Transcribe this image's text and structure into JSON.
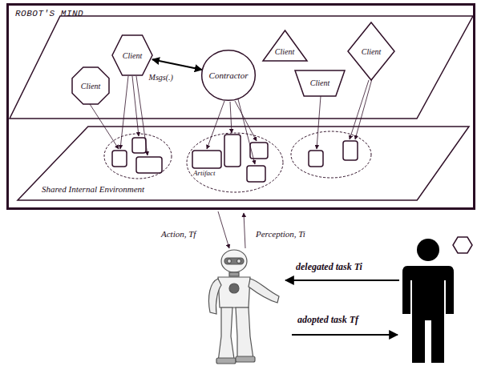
{
  "diagram": {
    "nodes": [
      {
        "text": [
          "ROBOT'S MIND"
        ]
      },
      {
        "text": [
          "Client"
        ],
        "in": 0
      },
      {
        "text": [
          "Client"
        ],
        "in": 0
      },
      {
        "text": [
          "Contractor"
        ],
        "in": 0
      },
      {
        "text": [
          "Client"
        ],
        "in": 0
      },
      {
        "text": [
          "Client"
        ],
        "in": 0
      },
      {
        "text": [
          "Client"
        ],
        "in": 0
      },
      {
        "text": [
          "Shared Internal Environment"
        ],
        "in": 0
      }
    ],
    "edges": [
      {
        "from": 2,
        "to": 3,
        "label": "Msgs(.)",
        "arrow": "both"
      }
    ],
    "labels": [
      "Artifact",
      "Action, Tf",
      "Perception, Ti",
      "delegated task Ti",
      "adopted task Tf"
    ]
  }
}
